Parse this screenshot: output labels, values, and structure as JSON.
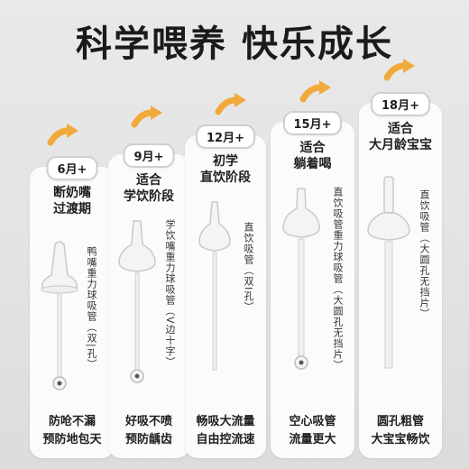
{
  "title": "科学喂养 快乐成长",
  "stages": [
    {
      "age": "6月+",
      "heading": [
        "断奶嘴",
        "过渡期"
      ],
      "product": "鸭嘴重力球吸管（双|孔）",
      "benefits": [
        "防呛不漏",
        "预防地包天"
      ]
    },
    {
      "age": "9月+",
      "heading": [
        "适合",
        "学饮阶段"
      ],
      "product": "学饮嘴重力球吸管（V边十字）",
      "benefits": [
        "好吸不喷",
        "预防龋齿"
      ]
    },
    {
      "age": "12月+",
      "heading": [
        "初学",
        "直饮阶段"
      ],
      "product": "直饮吸管（双I孔）",
      "benefits": [
        "畅吸大流量",
        "自由控流速"
      ]
    },
    {
      "age": "15月+",
      "heading": [
        "适合",
        "躺着喝"
      ],
      "product": "直饮吸管重力球吸管（大圆孔无挡片）",
      "benefits": [
        "空心吸管",
        "流量更大"
      ]
    },
    {
      "age": "18月+",
      "heading": [
        "适合",
        "大月龄宝宝"
      ],
      "product": "直饮吸管（大圆孔无挡片）",
      "benefits": [
        "圆孔粗管",
        "大宝宝畅饮"
      ]
    }
  ],
  "colors": {
    "arrow": "#f2a93b",
    "badge_border": "#cfcfcf",
    "card_bg": "#fbfbfb"
  }
}
